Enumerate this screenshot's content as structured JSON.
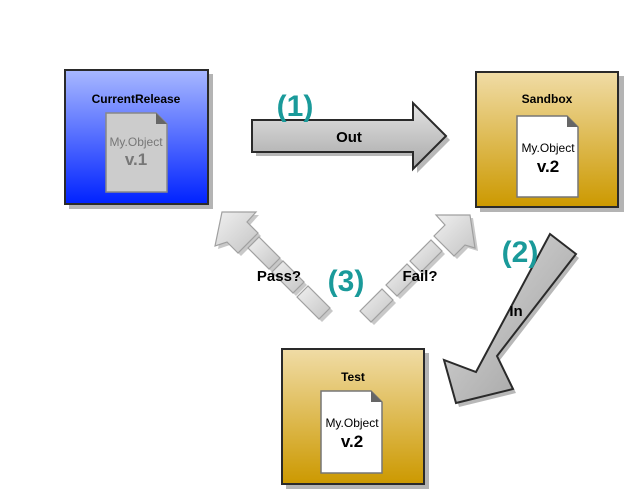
{
  "diagram": {
    "nodes": {
      "current_release": {
        "title": "CurrentRelease",
        "document": {
          "name": "My.Object",
          "version": "v.1"
        },
        "colors": {
          "top": "#a8b8ff",
          "bottom": "#0022ff"
        },
        "doc_colors": {
          "fill": "#cccccc",
          "text": "#777777"
        }
      },
      "sandbox": {
        "title": "Sandbox",
        "document": {
          "name": "My.Object",
          "version": "v.2"
        },
        "colors": {
          "top": "#f0dca6",
          "bottom": "#cc9900"
        },
        "doc_colors": {
          "fill": "#ffffff",
          "text": "#000000"
        }
      },
      "test": {
        "title": "Test",
        "document": {
          "name": "My.Object",
          "version": "v.2"
        },
        "colors": {
          "top": "#f0dca6",
          "bottom": "#cc9900"
        },
        "doc_colors": {
          "fill": "#ffffff",
          "text": "#000000"
        }
      }
    },
    "edges": {
      "out": {
        "step": "(1)",
        "label": "Out",
        "from": "CurrentRelease",
        "to": "Sandbox"
      },
      "in": {
        "step": "(2)",
        "label": "In",
        "from": "Sandbox",
        "to": "Test"
      },
      "pass": {
        "step": "(3)",
        "label": "Pass?",
        "from": "Test",
        "to": "CurrentRelease"
      },
      "fail": {
        "label": "Fail?",
        "from": "Test",
        "to": "Sandbox"
      }
    },
    "accent_color": "#1a9a9a"
  }
}
